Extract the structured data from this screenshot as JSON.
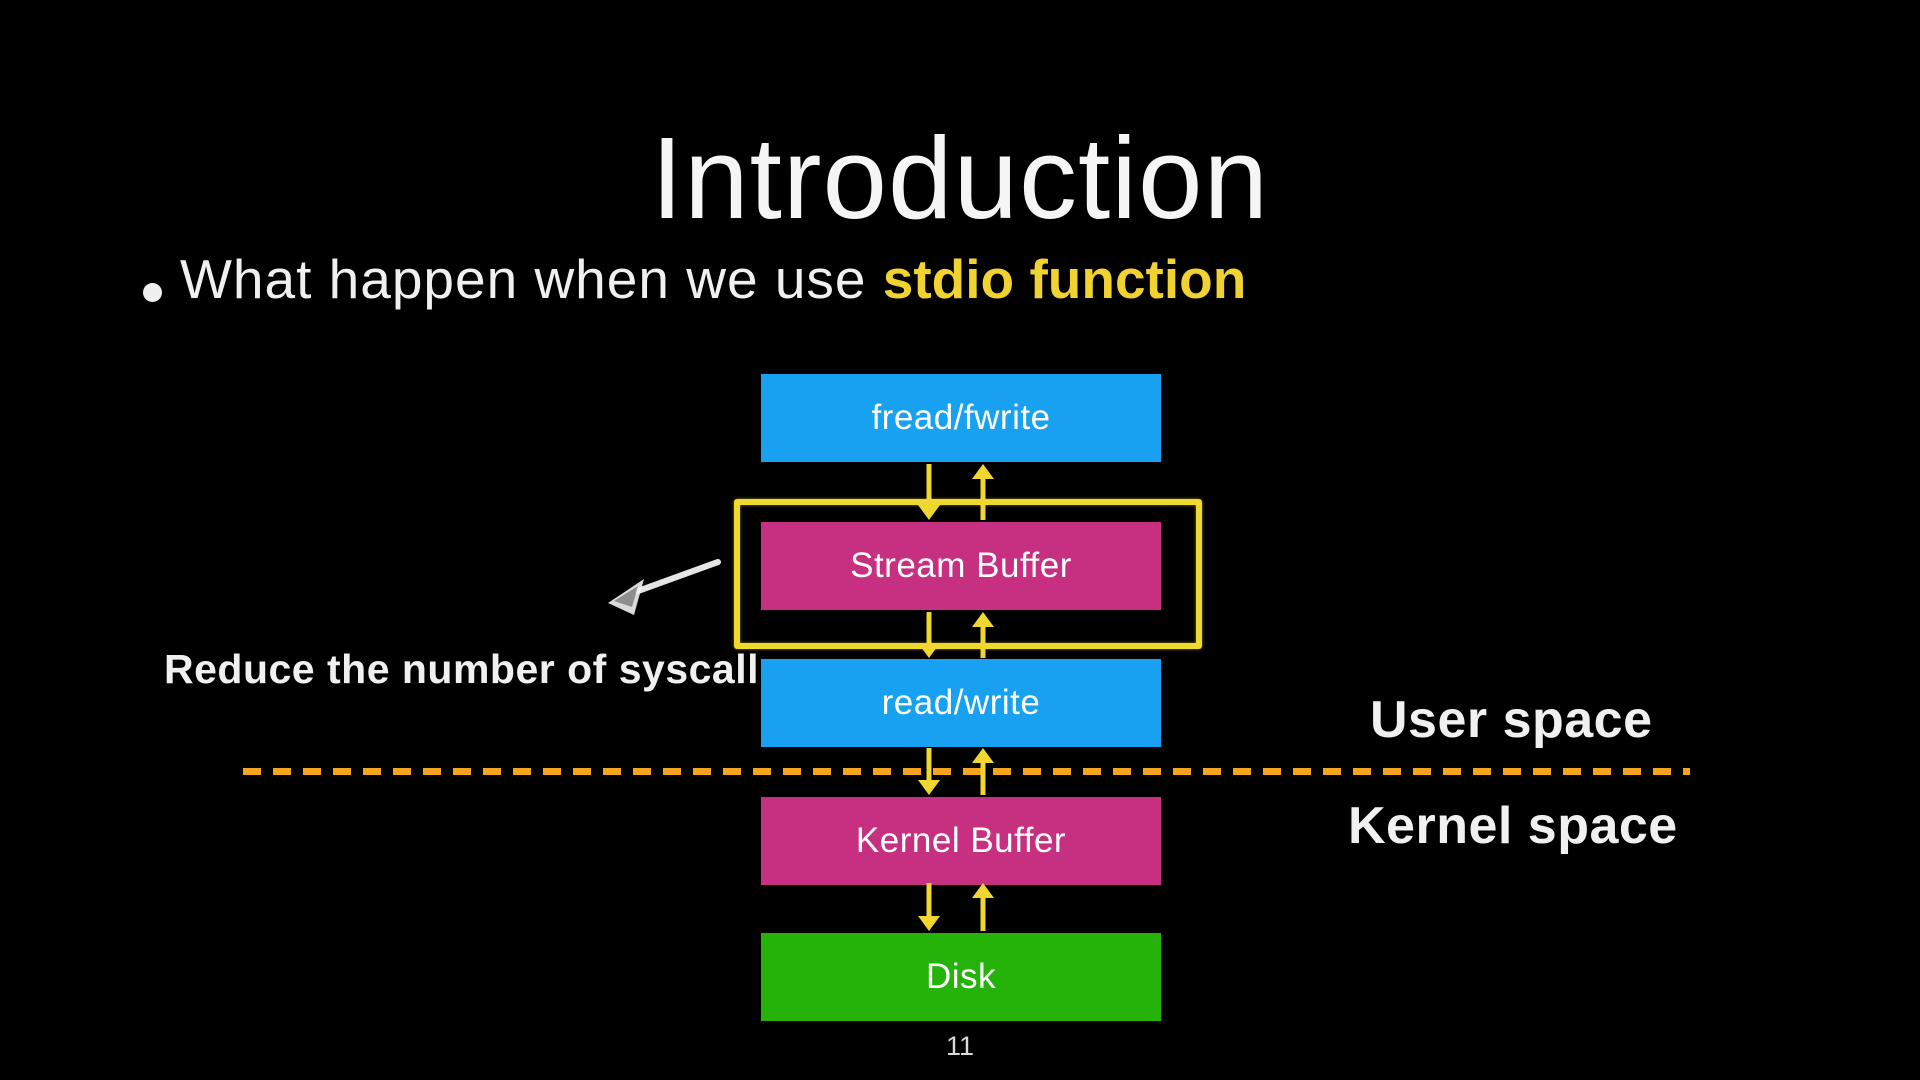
{
  "slide": {
    "title": "Introduction",
    "bullet": {
      "prefix": "What happen when we use ",
      "highlight": "stdio function"
    },
    "annotation": "Reduce the number of syscall",
    "labels": {
      "user_space": "User space",
      "kernel_space": "Kernel space"
    },
    "page_number": "11"
  },
  "diagram": {
    "boxes": [
      {
        "label": "fread/fwrite",
        "color": "#18a1f1",
        "highlighted": false
      },
      {
        "label": "Stream Buffer",
        "color": "#c72f80",
        "highlighted": true
      },
      {
        "label": "read/write",
        "color": "#18a1f1",
        "highlighted": false
      },
      {
        "label": "Kernel Buffer",
        "color": "#c72f80",
        "highlighted": false
      },
      {
        "label": "Disk",
        "color": "#25b30a",
        "highlighted": false
      }
    ],
    "arrows_between_boxes": "one down arrow and one up arrow between each adjacent pair",
    "divider_style": "horizontal dashed line separating user space from kernel space"
  },
  "colors": {
    "background": "#000000",
    "title_text": "#f5f5f5",
    "body_text": "#f0f0f0",
    "highlight_yellow": "#f0d230",
    "arrow_yellow": "#f0d630",
    "crayon_yellow": "#f0d92e",
    "divider_orange": "#f6a41d",
    "box_blue": "#18a1f1",
    "box_magenta": "#c72f80",
    "box_green": "#25b30a",
    "box_label_text": "#ffffff",
    "hand_arrow_white": "#f2f2f2",
    "page_number_gray": "#d9d9d9"
  }
}
